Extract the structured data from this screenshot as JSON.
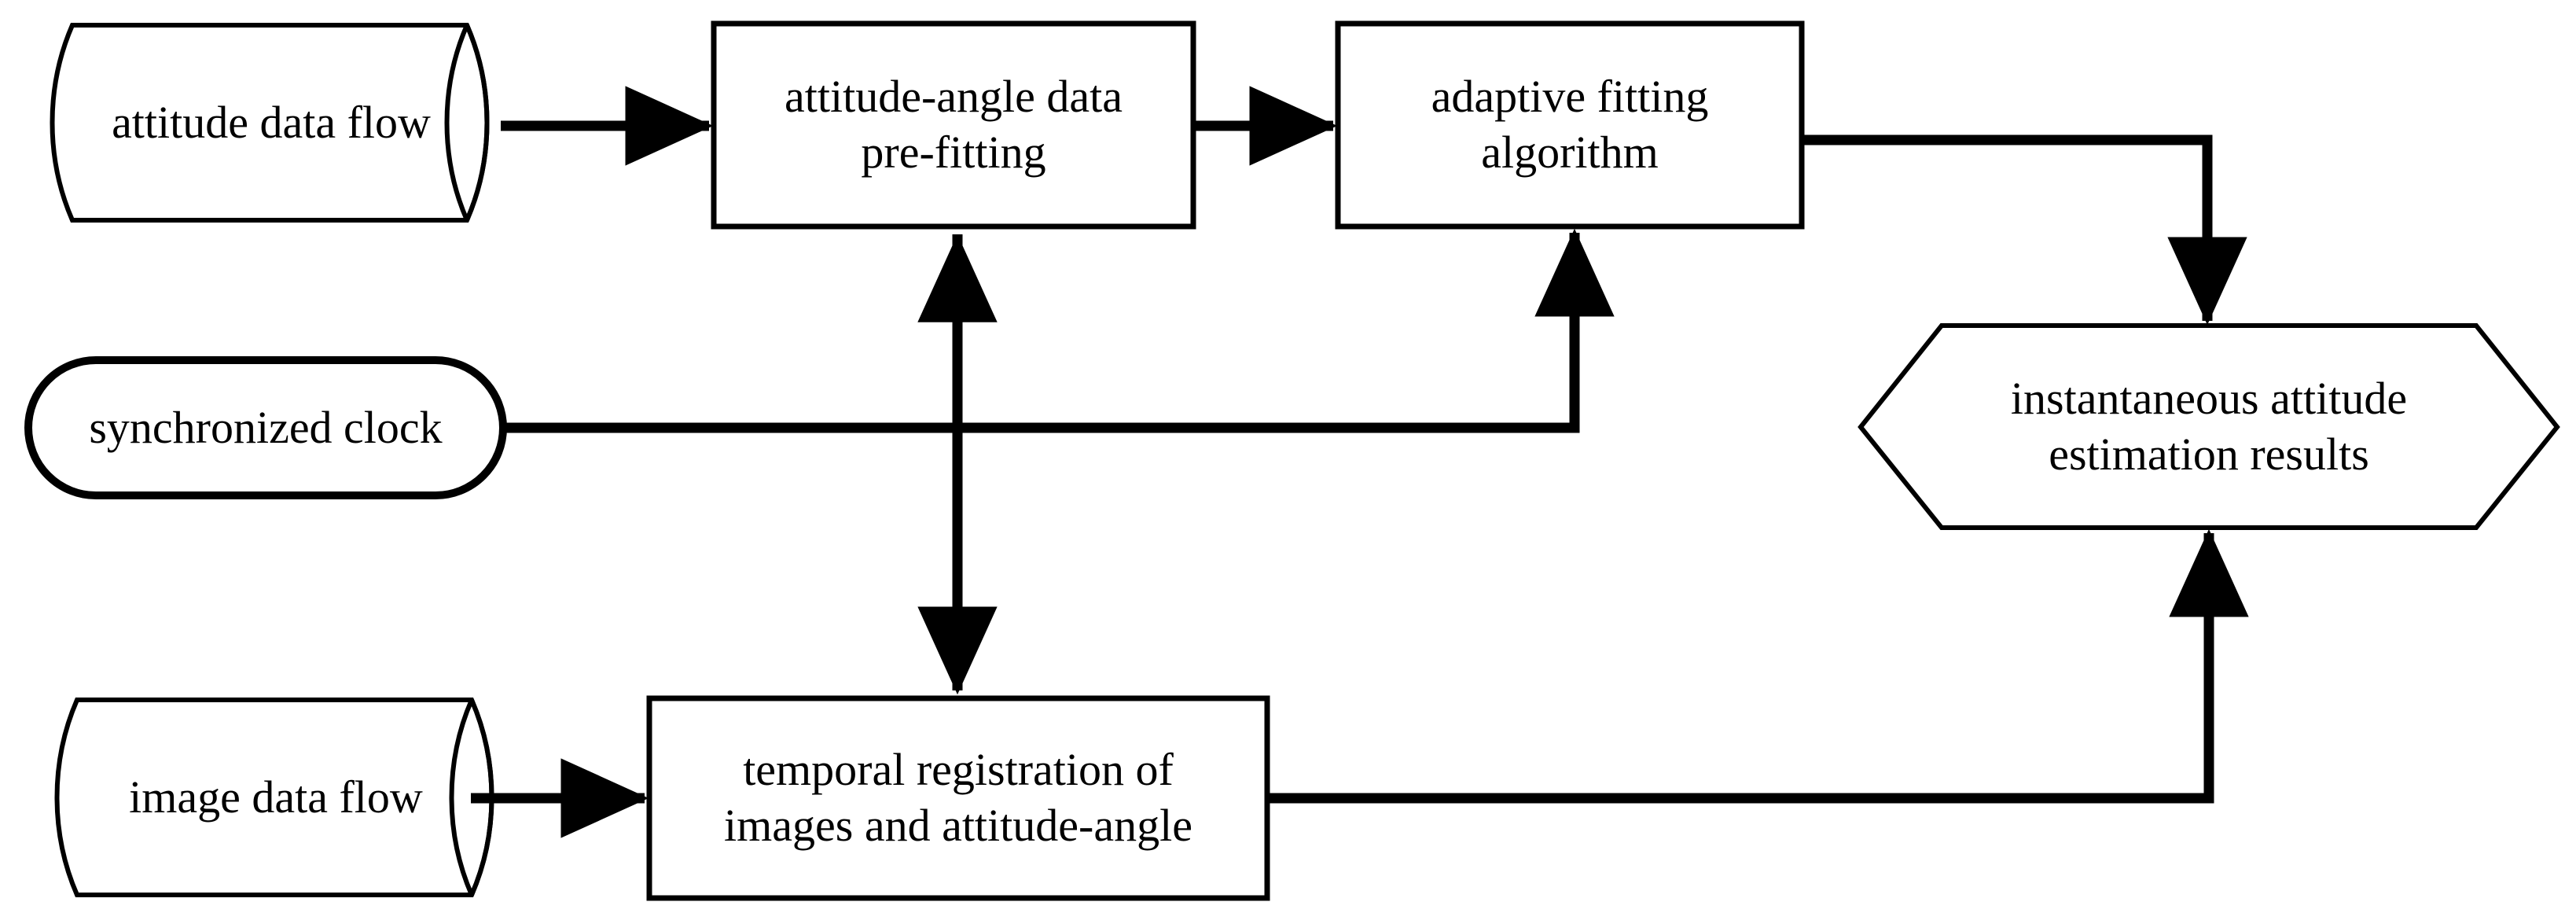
{
  "diagram": {
    "title": "attitude estimation data flow",
    "background_color": "#ffffff",
    "stroke_color": "#000000",
    "text_color": "#000000",
    "nodes": [
      {
        "id": "attitude-data-flow",
        "shape": "cylinder",
        "label": "attitude data flow",
        "lines": [
          "attitude data flow"
        ]
      },
      {
        "id": "attitude-angle-data-pre-fitting",
        "shape": "process",
        "label": "attitude-angle data pre-fitting",
        "lines": [
          "attitude-angle data",
          "pre-fitting"
        ]
      },
      {
        "id": "adaptive-fitting-algorithm",
        "shape": "process",
        "label": "adaptive fitting algorithm",
        "lines": [
          "adaptive fitting",
          "algorithm"
        ]
      },
      {
        "id": "synchronized-clock",
        "shape": "stadium",
        "label": "synchronized clock",
        "lines": [
          "synchronized clock"
        ]
      },
      {
        "id": "instantaneous-attitude-estimation-results",
        "shape": "hexagon",
        "label": "instantaneous attitude estimation results",
        "lines": [
          "instantaneous attitude",
          "estimation results"
        ]
      },
      {
        "id": "image-data-flow",
        "shape": "cylinder",
        "label": "image data flow",
        "lines": [
          "image data flow"
        ]
      },
      {
        "id": "temporal-registration",
        "shape": "process",
        "label": "temporal registration of images and attitude-angle",
        "lines": [
          "temporal registration of",
          "images and attitude-angle"
        ]
      }
    ],
    "edges": [
      {
        "id": "edge-attitude-data-to-prefitting",
        "from": "attitude-data-flow",
        "to": "attitude-angle-data-pre-fitting",
        "arrow": "single"
      },
      {
        "id": "edge-prefitting-to-adaptive",
        "from": "attitude-angle-data-pre-fitting",
        "to": "adaptive-fitting-algorithm",
        "arrow": "single"
      },
      {
        "id": "edge-adaptive-to-results",
        "from": "adaptive-fitting-algorithm",
        "to": "instantaneous-attitude-estimation-results",
        "arrow": "single"
      },
      {
        "id": "edge-clock-to-adaptive",
        "from": "synchronized-clock",
        "to": "adaptive-fitting-algorithm",
        "arrow": "single"
      },
      {
        "id": "edge-prefitting-to-temporal-registration",
        "from": "attitude-angle-data-pre-fitting",
        "to": "temporal-registration",
        "arrow": "double"
      },
      {
        "id": "edge-image-data-to-temporal-registration",
        "from": "image-data-flow",
        "to": "temporal-registration",
        "arrow": "single"
      },
      {
        "id": "edge-temporal-registration-to-results",
        "from": "temporal-registration",
        "to": "instantaneous-attitude-estimation-results",
        "arrow": "single"
      }
    ]
  }
}
